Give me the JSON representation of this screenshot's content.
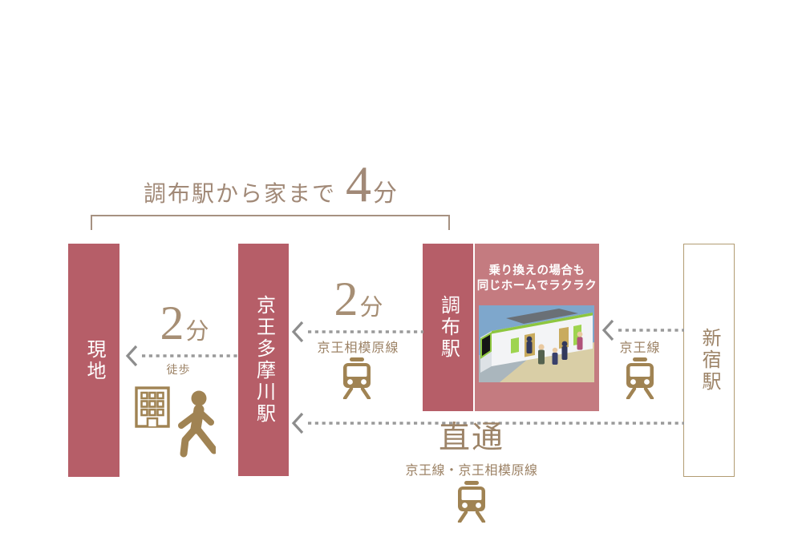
{
  "headline": {
    "prefix": "調布駅から家まで",
    "minutes": "4",
    "unit": "分"
  },
  "stations": {
    "site": "現地",
    "keio_tamagawa": "京王多摩川駅",
    "chofu": "調布駅",
    "shinjuku": "新宿駅"
  },
  "legs": {
    "walk": {
      "minutes": "2",
      "unit": "分",
      "mode": "徒歩"
    },
    "keio_sagamihara": {
      "minutes": "2",
      "unit": "分",
      "line_name": "京王相模原線"
    },
    "keio": {
      "line_name": "京王線"
    },
    "direct": {
      "title": "直通",
      "line_names": "京王線・京王相模原線"
    }
  },
  "transfer_panel": {
    "caption_line1": "乗り換えの場合も",
    "caption_line2": "同じホームでラクラク"
  },
  "icons": {
    "train": "train-icon",
    "building": "office-building-icon",
    "walker": "walking-person-icon",
    "arrow": "dashed-left-arrow"
  },
  "colors": {
    "station_block_red": "#b65e68",
    "transfer_panel_pink": "#c47b80",
    "tan_text": "#9d8468",
    "gold_icon": "#a08353",
    "arrow_gray": "#9a9a9a",
    "bracket_tan": "#a69181",
    "shinjuku_border": "#b29c73",
    "station_text_white": "#ffffff"
  }
}
